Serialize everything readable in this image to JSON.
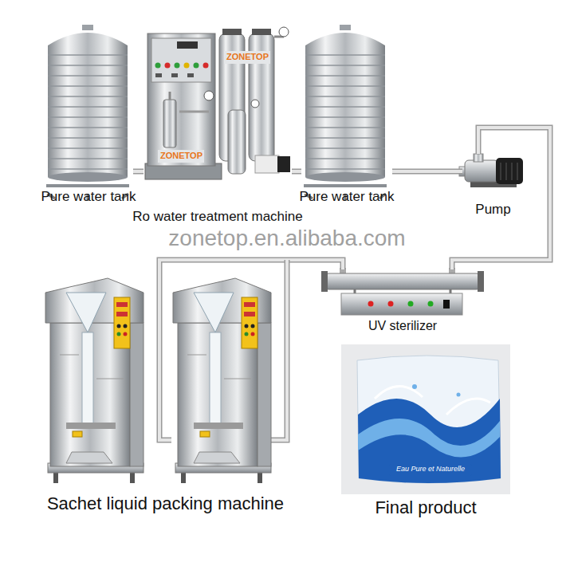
{
  "diagram": {
    "nodes": [
      {
        "text": [
          "Pure water tank"
        ]
      },
      {
        "text": [
          "Ro water treatment machine"
        ]
      },
      {
        "text": [
          "Pure water tank"
        ]
      },
      {
        "text": [
          "Pump"
        ]
      },
      {
        "text": [
          "UV sterilizer"
        ]
      },
      {
        "text": [
          "Sachet liquid packing machine"
        ]
      },
      {
        "text": [
          "Final product"
        ]
      }
    ],
    "edges": [
      {
        "from": 0,
        "to": 1,
        "arrow": "none"
      },
      {
        "from": 1,
        "to": 2,
        "arrow": "none"
      },
      {
        "from": 2,
        "to": 3,
        "arrow": "none"
      },
      {
        "from": 3,
        "to": 4,
        "arrow": "none"
      },
      {
        "from": 4,
        "to": 5,
        "arrow": "none"
      }
    ],
    "labels": [
      "ZONETOP",
      "ZONETOP",
      "zonetop.en.alibaba.com",
      "Eau Pure et Naturelle"
    ]
  }
}
